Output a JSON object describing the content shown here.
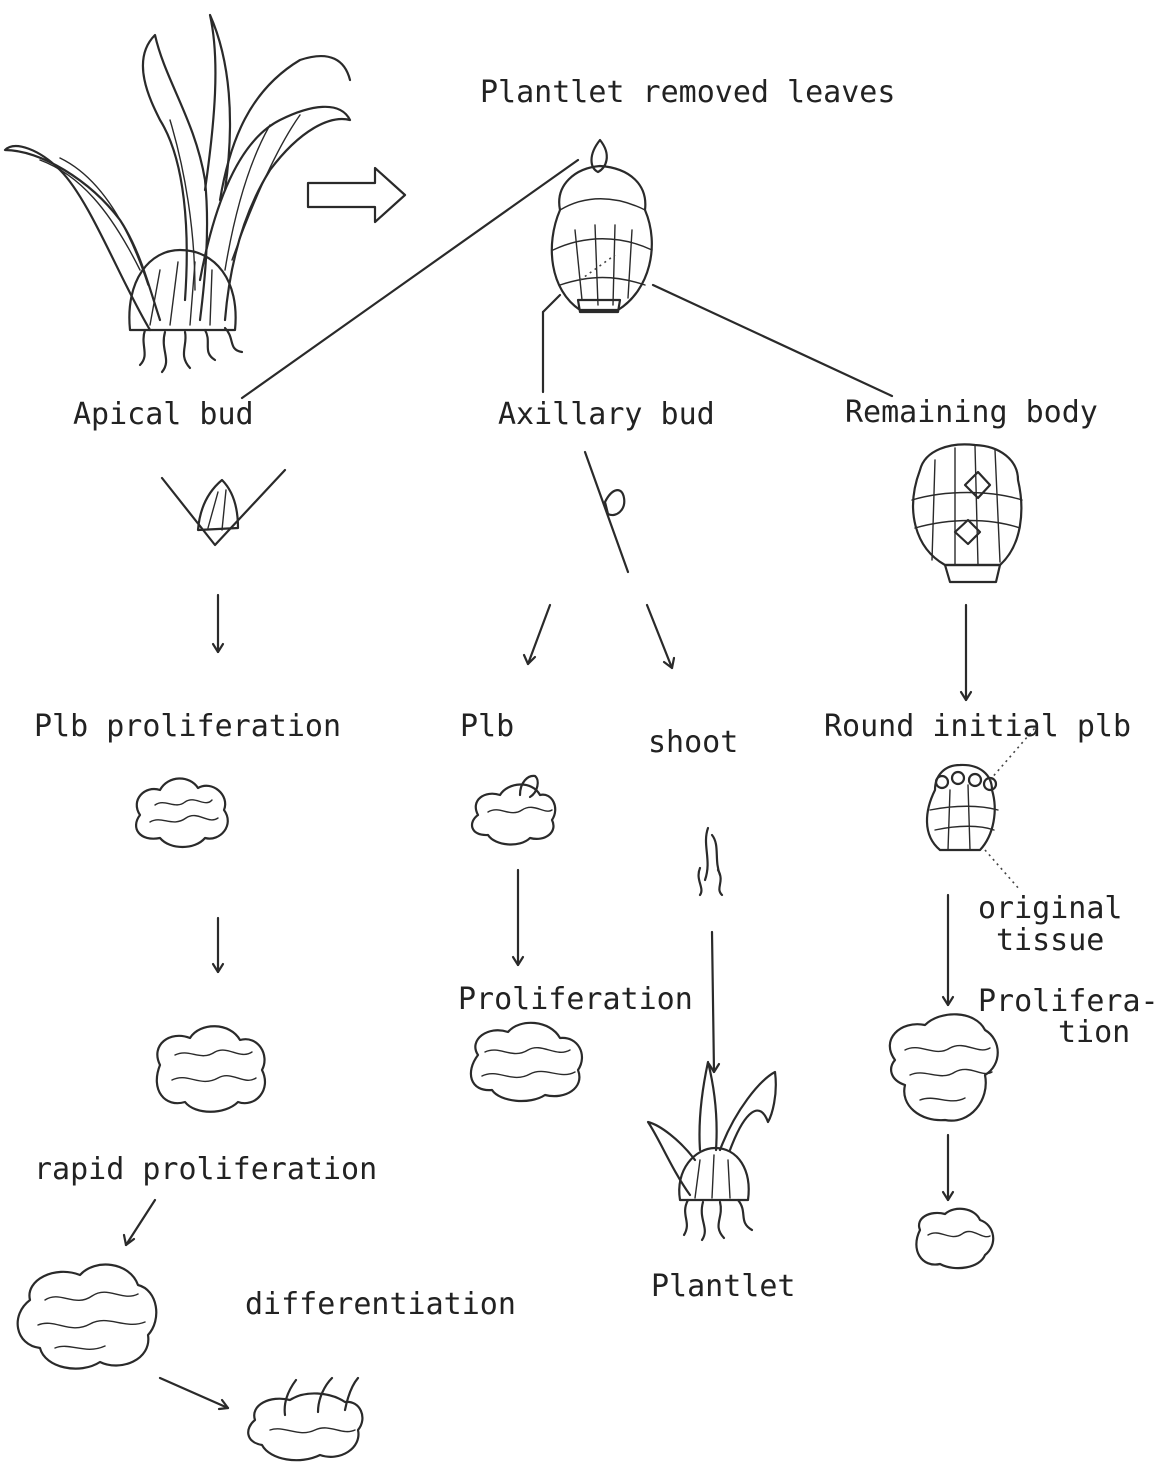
{
  "labels": {
    "plantlet_removed_leaves": "Plantlet removed leaves",
    "apical_bud": "Apical bud",
    "axillary_bud": "Axillary bud",
    "remaining_body": "Remaining body",
    "plb_proliferation": "Plb proliferation",
    "plb": "Plb",
    "shoot": "shoot",
    "round_initial_plb": "Round initial plb",
    "original_tissue_line1": "original",
    "original_tissue_line2": "tissue",
    "proliferation_axillary": "Proliferation",
    "proliferation_remaining_line1": "Prolifera-",
    "proliferation_remaining_line2": "tion",
    "rapid_proliferation": "rapid proliferation",
    "differentiation": "differentiation",
    "plantlet": "Plantlet"
  },
  "colors": {
    "ink": "#2a2a2a",
    "background": "#ffffff"
  }
}
